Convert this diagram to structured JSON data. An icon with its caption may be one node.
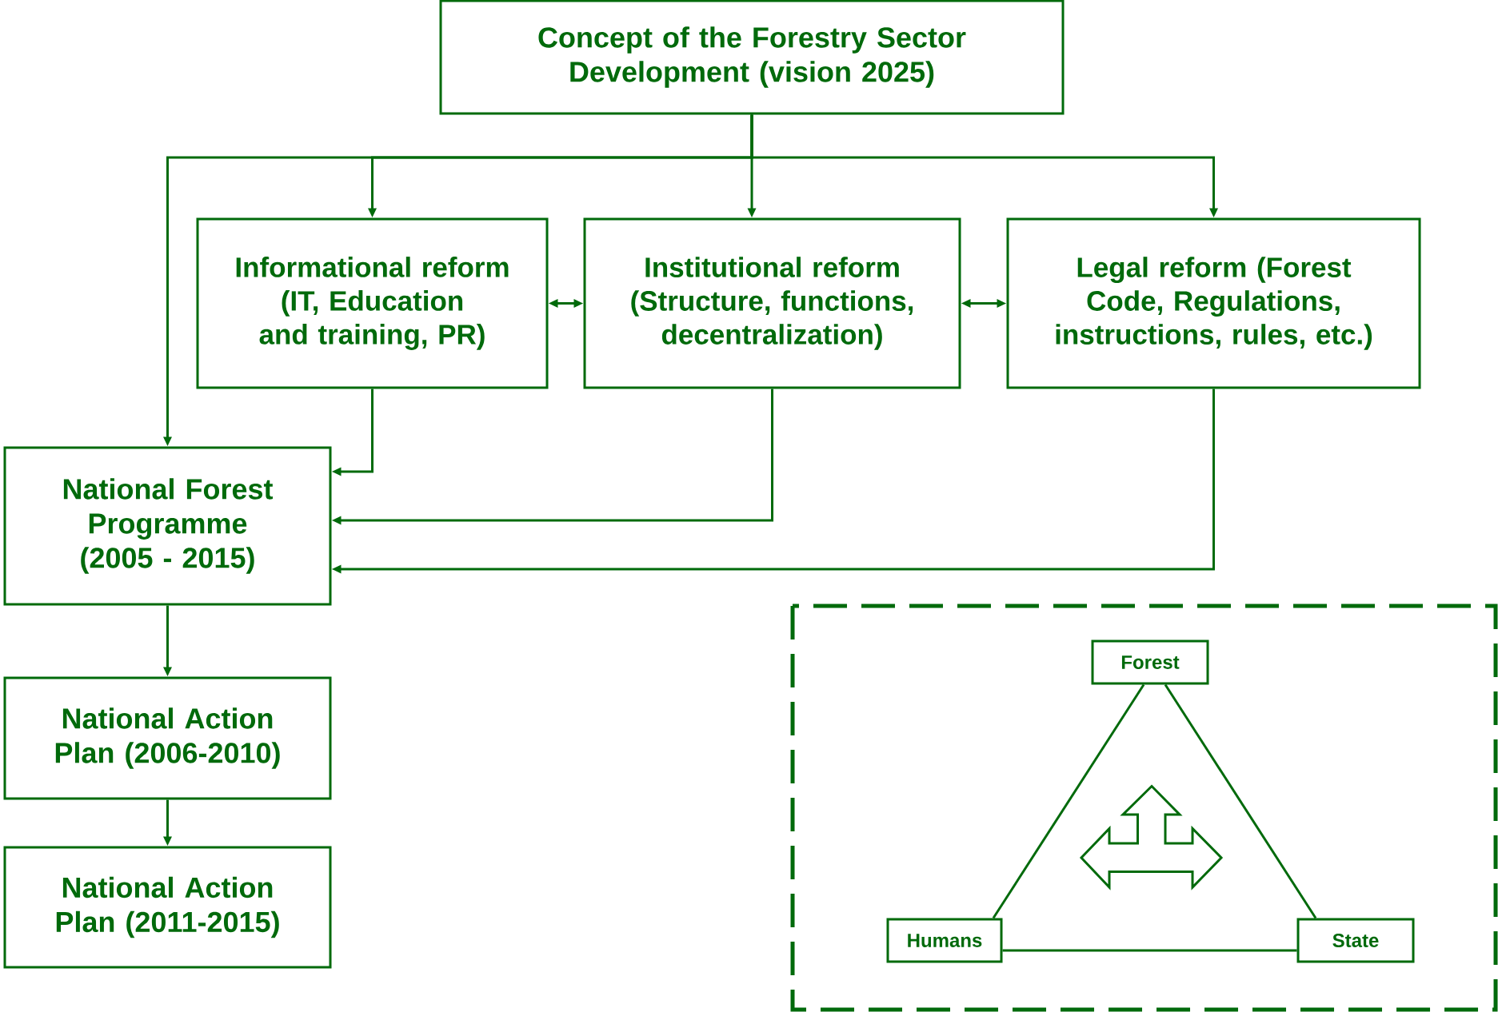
{
  "diagram": {
    "nodes": [
      {
        "text": [
          "Concept of the Forestry Sector Development (vision 2025)"
        ]
      },
      {
        "text": [
          "Informational reform (IT, Education and training, PR)"
        ]
      },
      {
        "text": [
          "Institutional reform (Structure, functions, decentralization)"
        ]
      },
      {
        "text": [
          "Legal reform (Forest Code, Regulations, instructions, rules, etc.)"
        ]
      },
      {
        "text": [
          "National Forest Programme (2005 - 2015)"
        ]
      },
      {
        "text": [
          "National Action Plan (2006-2010)"
        ]
      },
      {
        "text": [
          "National Action Plan (2011-2015)"
        ]
      },
      {
        "text": [
          "Forest"
        ]
      },
      {
        "text": [
          "Humans"
        ]
      },
      {
        "text": [
          "State"
        ]
      }
    ],
    "edges": [
      {
        "from": 0,
        "to": 1,
        "arrow": "to"
      },
      {
        "from": 0,
        "to": 2,
        "arrow": "to"
      },
      {
        "from": 0,
        "to": 3,
        "arrow": "to"
      },
      {
        "from": 0,
        "to": 4,
        "arrow": "to"
      },
      {
        "from": 1,
        "to": 2,
        "arrow": "both"
      },
      {
        "from": 2,
        "to": 3,
        "arrow": "both"
      },
      {
        "from": 1,
        "to": 4,
        "arrow": "to"
      },
      {
        "from": 2,
        "to": 4,
        "arrow": "to"
      },
      {
        "from": 3,
        "to": 4,
        "arrow": "to"
      },
      {
        "from": 4,
        "to": 5,
        "arrow": "to"
      },
      {
        "from": 5,
        "to": 6,
        "arrow": "to"
      },
      {
        "from": 7,
        "to": 8,
        "arrow": "none"
      },
      {
        "from": 7,
        "to": 9,
        "arrow": "none"
      },
      {
        "from": 8,
        "to": 9,
        "arrow": "none"
      }
    ]
  }
}
